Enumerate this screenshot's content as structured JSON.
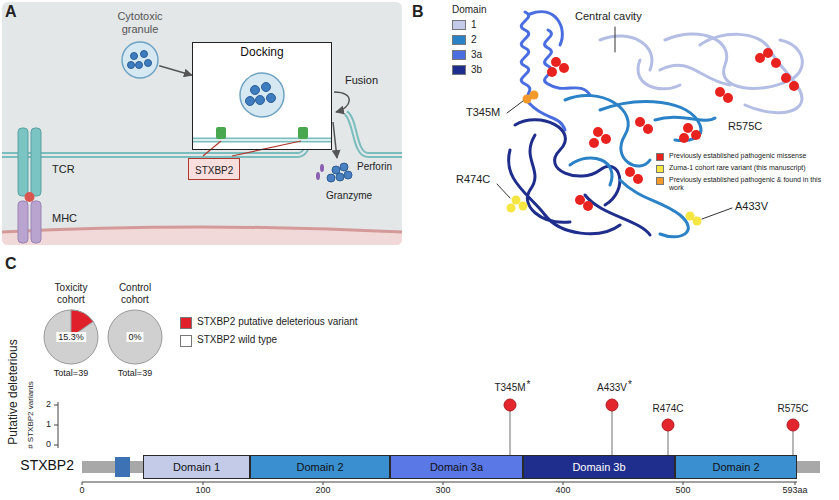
{
  "diagram": {
    "nodes": [
      {
        "text": [
          "Cytotoxic granule"
        ]
      },
      {
        "text": [
          "Docking"
        ]
      },
      {
        "text": [
          "STXBP2"
        ]
      },
      {
        "text": [
          "Toxicity cohort",
          "15.3%",
          "Total=39"
        ]
      },
      {
        "text": [
          "Control cohort",
          "0%",
          "Total=39"
        ]
      },
      {
        "text": [
          "STXBP2"
        ]
      },
      {
        "text": [
          "Domain 1"
        ],
        "in": 5
      },
      {
        "text": [
          "Domain 2"
        ],
        "in": 5
      },
      {
        "text": [
          "Domain 3a"
        ],
        "in": 5
      },
      {
        "text": [
          "Domain 3b"
        ],
        "in": 5
      },
      {
        "text": [
          "Domain 2"
        ],
        "in": 5
      }
    ],
    "edges": [
      {
        "from": 0,
        "to": 1,
        "arrow": "to"
      }
    ],
    "labels": [
      "A",
      "TCR",
      "MHC",
      "Fusion",
      "Perforin",
      "Granzyme",
      "B",
      "Domain",
      "Central cavity",
      "T345M",
      "R474C",
      "R575C",
      "A433V",
      "C",
      "Putative deleterious",
      "# STXBP2 variants",
      "2",
      "1",
      "0",
      "T345M",
      "*",
      "A433V",
      "*",
      "R474C",
      "R575C",
      "0",
      "100",
      "200",
      "300",
      "400",
      "500",
      "593aa"
    ],
    "legend": [
      {
        "text": "1",
        "color": "#c3cbe9"
      },
      {
        "text": "2",
        "color": "#2b82c6"
      },
      {
        "text": "3a",
        "color": "#4a6ee0"
      },
      {
        "text": "3b",
        "color": "#1f2d8c"
      },
      {
        "text": "Previously established pathogenic missense",
        "color": "#e8231f"
      },
      {
        "text": "Zuma-1 cohort rare variant (this manuscript)",
        "color": "#f5e642"
      },
      {
        "text": "Previously established pathogenic & found in this work",
        "color": "#f39a2b"
      },
      {
        "text": "STXBP2 putative deleterious variant",
        "color": "#e0202a"
      },
      {
        "text": "STXBP2 wild type",
        "color": "#ffffff"
      }
    ]
  }
}
